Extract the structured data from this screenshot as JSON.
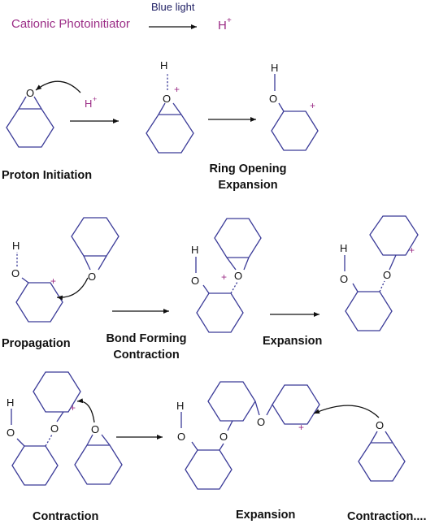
{
  "colors": {
    "bond": "#3b3b98",
    "magenta": "#9b2d86",
    "arrow": "#111111",
    "text": "#111111"
  },
  "header": {
    "initiator": "Cationic Photoinitiator",
    "light": "Blue light",
    "proton": "H",
    "proton_charge": "+"
  },
  "atoms": {
    "oxygen": "O",
    "hydrogen": "H",
    "plus": "+"
  },
  "steps": {
    "proton_initiation": "Proton Initiation",
    "ring_opening_1": "Ring Opening",
    "ring_opening_2": "Expansion",
    "propagation": "Propagation",
    "bond_forming_1": "Bond Forming",
    "bond_forming_2": "Contraction",
    "expansion_1": "Expansion",
    "contraction": "Contraction",
    "expansion_2": "Expansion",
    "contraction_more": "Contraction...."
  }
}
